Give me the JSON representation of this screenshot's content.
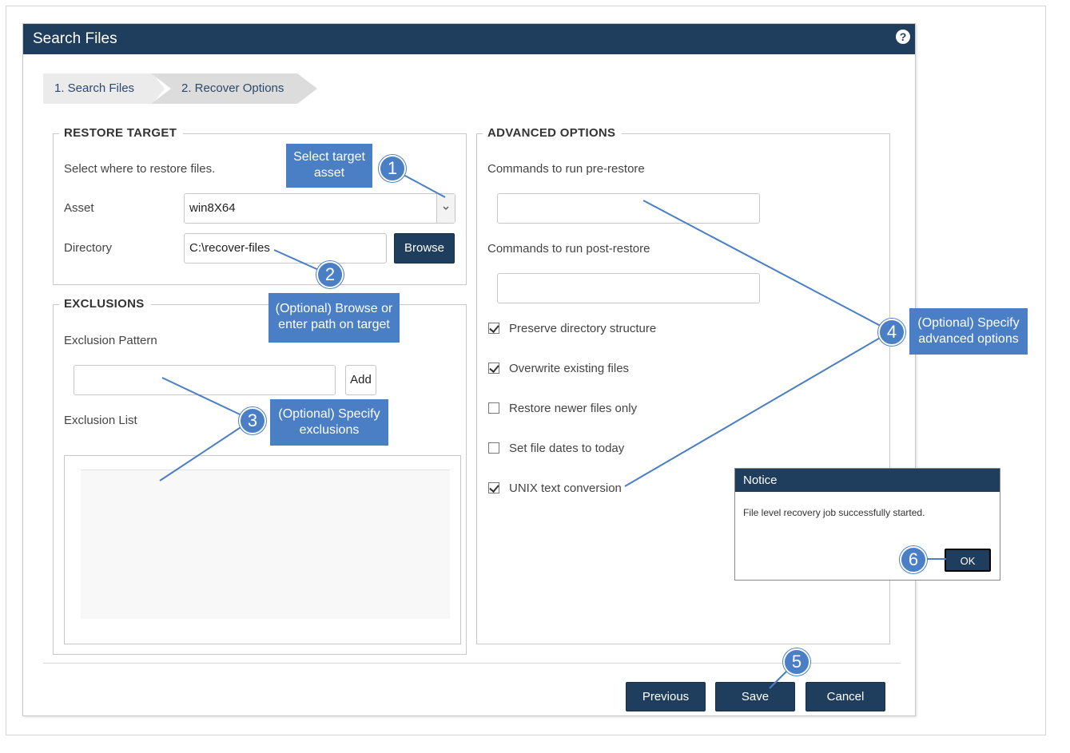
{
  "dialog": {
    "title": "Search Files"
  },
  "steps": [
    "1. Search Files",
    "2. Recover Options"
  ],
  "restore_target": {
    "legend": "RESTORE TARGET",
    "intro": "Select where to restore files.",
    "asset_label": "Asset",
    "asset_value": "win8X64",
    "directory_label": "Directory",
    "directory_value": "C:\\recover-files",
    "browse_label": "Browse"
  },
  "exclusions": {
    "legend": "EXCLUSIONS",
    "pattern_label": "Exclusion Pattern",
    "pattern_value": "",
    "add_label": "Add",
    "list_label": "Exclusion List"
  },
  "advanced": {
    "legend": "ADVANCED OPTIONS",
    "pre_label": "Commands to run pre-restore",
    "pre_value": "",
    "post_label": "Commands to run post-restore",
    "post_value": "",
    "options": [
      {
        "label": "Preserve directory structure",
        "checked": true
      },
      {
        "label": "Overwrite existing files",
        "checked": true
      },
      {
        "label": "Restore newer files only",
        "checked": false
      },
      {
        "label": "Set file dates to today",
        "checked": false
      },
      {
        "label": "UNIX text conversion",
        "checked": true
      }
    ]
  },
  "footer": {
    "previous": "Previous",
    "save": "Save",
    "cancel": "Cancel"
  },
  "notice": {
    "title": "Notice",
    "message": "File level recovery job successfully started.",
    "ok": "OK"
  },
  "callouts": {
    "c1": "Select target asset",
    "c2": "(Optional) Browse or enter path on target",
    "c3": "(Optional) Specify exclusions",
    "c4": "(Optional) Specify advanced options"
  },
  "numbers": [
    "1",
    "2",
    "3",
    "4",
    "5",
    "6"
  ],
  "colors": {
    "header": "#1f3e5e",
    "callout": "#4a7fc6"
  },
  "icons": {
    "help": "help-icon",
    "dropdown": "chevron-down-icon"
  }
}
